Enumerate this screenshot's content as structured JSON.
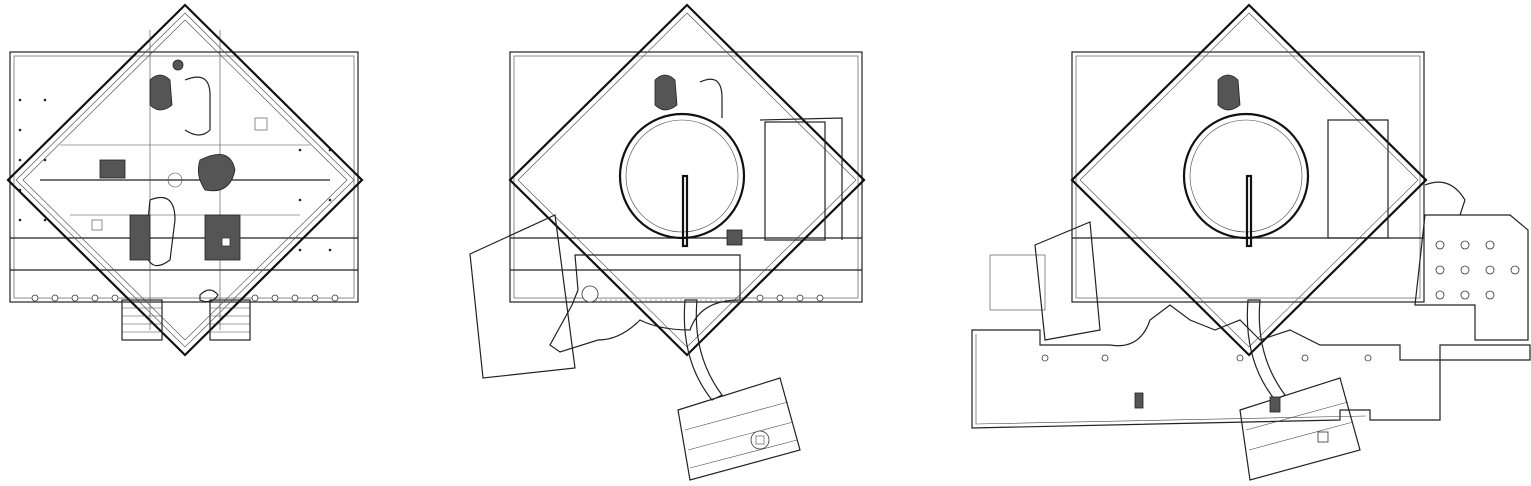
{
  "figure": {
    "panels": [
      {
        "id": "plan-stage-1"
      },
      {
        "id": "plan-stage-2"
      },
      {
        "id": "plan-stage-3"
      }
    ]
  },
  "colors": {
    "line": "#222222",
    "fill_dark": "#555555",
    "background": "#ffffff"
  }
}
